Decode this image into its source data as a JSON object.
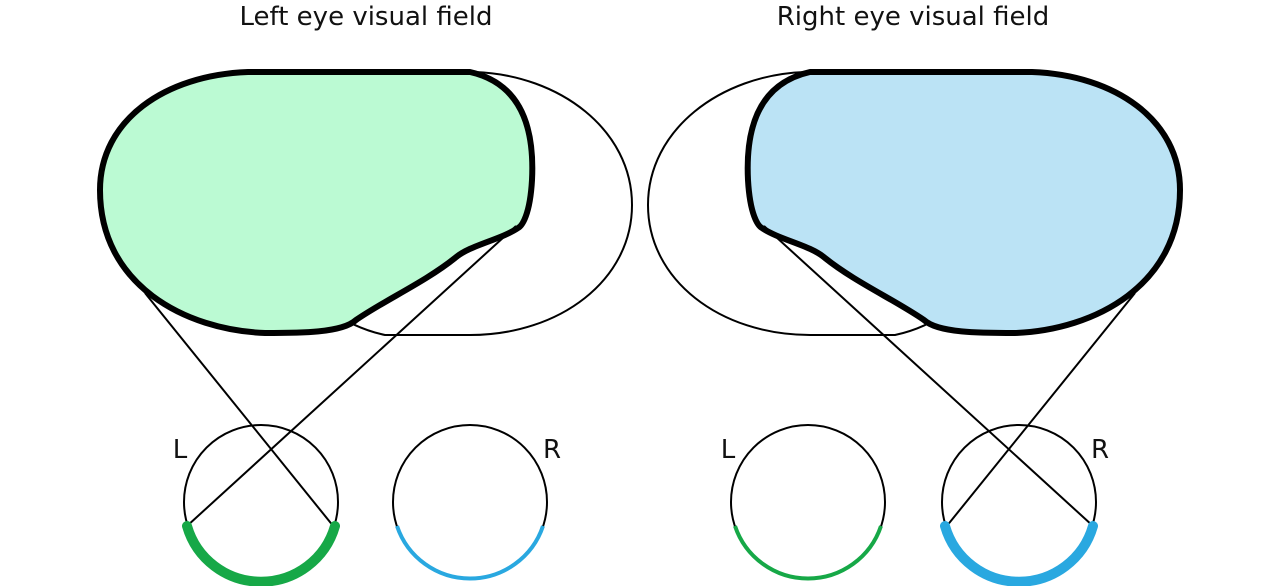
{
  "left_panel": {
    "title": "Left eye visual field",
    "eye_left_label": "L",
    "eye_right_label": "R"
  },
  "right_panel": {
    "title": "Right eye visual field",
    "eye_left_label": "L",
    "eye_right_label": "R"
  },
  "colors": {
    "left_field_fill": "#bbfad3",
    "right_field_fill": "#bbe3f5",
    "green_arc": "#16a847",
    "blue_arc": "#29a8e0",
    "outline": "#000000"
  }
}
